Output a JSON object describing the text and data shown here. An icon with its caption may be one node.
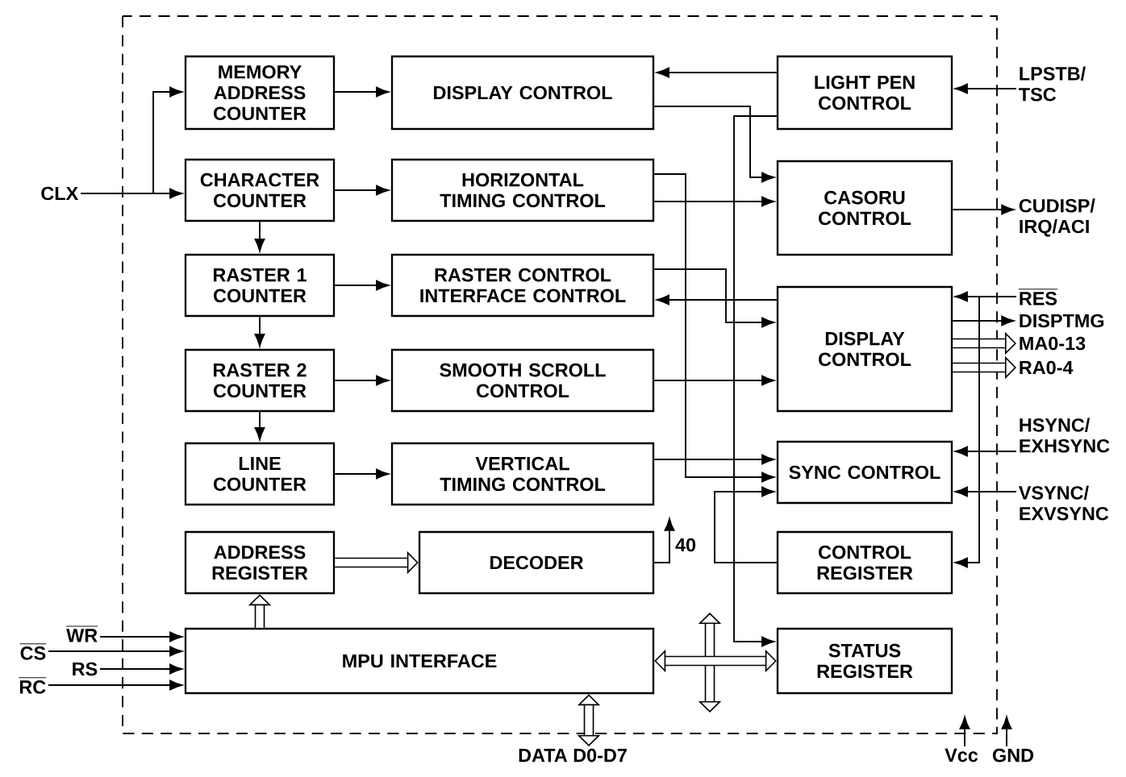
{
  "diagram": {
    "nodes": [
      {
        "text": [
          "MEMORY ADDRESS COUNTER"
        ]
      },
      {
        "text": [
          "DISPLAY CONTROL"
        ]
      },
      {
        "text": [
          "CHARACTER COUNTER"
        ]
      },
      {
        "text": [
          "HORIZONTAL TIMING CONTROL"
        ]
      },
      {
        "text": [
          "RASTER 1 COUNTER"
        ]
      },
      {
        "text": [
          "RASTER CONTROL INTERFACE CONTROL"
        ]
      },
      {
        "text": [
          "RASTER 2 COUNTER"
        ]
      },
      {
        "text": [
          "SMOOTH SCROLL CONTROL"
        ]
      },
      {
        "text": [
          "LINE COUNTER"
        ]
      },
      {
        "text": [
          "VERTICAL TIMING CONTROL"
        ]
      },
      {
        "text": [
          "ADDRESS REGISTER"
        ]
      },
      {
        "text": [
          "DECODER"
        ]
      },
      {
        "text": [
          "MPU INTERFACE"
        ]
      },
      {
        "text": [
          "LIGHT PEN CONTROL"
        ]
      },
      {
        "text": [
          "CASORU CONTROL"
        ]
      },
      {
        "text": [
          "DISPLAY CONTROL"
        ]
      },
      {
        "text": [
          "SYNC CONTROL"
        ]
      },
      {
        "text": [
          "CONTROL REGISTER"
        ]
      },
      {
        "text": [
          "STATUS REGISTER"
        ]
      },
      {
        "text": [
          "CLX"
        ]
      },
      {
        "text": [
          "LPSTB/ TSC"
        ]
      },
      {
        "text": [
          "CUDISP/ IRQ/ACI"
        ]
      },
      {
        "text": [
          "RES"
        ]
      },
      {
        "text": [
          "DISPTMG"
        ]
      },
      {
        "text": [
          "MA0-13"
        ]
      },
      {
        "text": [
          "RA0-4"
        ]
      },
      {
        "text": [
          "HSYNC/ EXHSYNC"
        ]
      },
      {
        "text": [
          "VSYNC/ EXVSYNC"
        ]
      },
      {
        "text": [
          "WR"
        ]
      },
      {
        "text": [
          "CS"
        ]
      },
      {
        "text": [
          "RS"
        ]
      },
      {
        "text": [
          "RC"
        ]
      },
      {
        "text": [
          "DATA D0-D7"
        ]
      },
      {
        "text": [
          "Vcc"
        ]
      },
      {
        "text": [
          "GND"
        ]
      }
    ],
    "edges": [
      {
        "from": 19,
        "to": 2,
        "arrow": "to"
      },
      {
        "from": 19,
        "to": 0,
        "arrow": "to"
      },
      {
        "from": 0,
        "to": 1,
        "arrow": "to"
      },
      {
        "from": 2,
        "to": 3,
        "arrow": "to"
      },
      {
        "from": 4,
        "to": 5,
        "arrow": "to"
      },
      {
        "from": 6,
        "to": 7,
        "arrow": "to"
      },
      {
        "from": 8,
        "to": 9,
        "arrow": "to"
      },
      {
        "from": 2,
        "to": 4,
        "arrow": "to"
      },
      {
        "from": 4,
        "to": 6,
        "arrow": "to"
      },
      {
        "from": 6,
        "to": 8,
        "arrow": "to"
      },
      {
        "from": 12,
        "to": 10,
        "arrow": "to",
        "style": "thick"
      },
      {
        "from": 10,
        "to": 11,
        "arrow": "to",
        "style": "thick"
      },
      {
        "from": 11,
        "to": null,
        "arrow": "to",
        "label": "40"
      },
      {
        "from": 32,
        "to": 12,
        "arrow": "both",
        "style": "thick"
      },
      {
        "from": 12,
        "to": 18,
        "arrow": "both",
        "style": "thick"
      },
      {
        "from": 20,
        "to": 13,
        "arrow": "to"
      },
      {
        "from": 14,
        "to": 21,
        "arrow": "to"
      },
      {
        "from": 22,
        "to": 15,
        "arrow": "to"
      },
      {
        "from": 15,
        "to": 23,
        "arrow": "to"
      },
      {
        "from": 15,
        "to": 24,
        "arrow": "to",
        "style": "thick"
      },
      {
        "from": 15,
        "to": 25,
        "arrow": "to",
        "style": "thick"
      },
      {
        "from": 26,
        "to": 16,
        "arrow": "to"
      },
      {
        "from": 27,
        "to": 16,
        "arrow": "to"
      },
      {
        "from": 22,
        "to": 17,
        "arrow": "to"
      },
      {
        "from": 33,
        "to": null,
        "arrow": "to"
      },
      {
        "from": 34,
        "to": null,
        "arrow": "to"
      },
      {
        "from": 13,
        "to": 1,
        "arrow": "to"
      },
      {
        "from": 1,
        "to": 14,
        "arrow": "to"
      },
      {
        "from": 3,
        "to": 14,
        "arrow": "to"
      },
      {
        "from": 15,
        "to": 5,
        "arrow": "to"
      },
      {
        "from": 5,
        "to": 15,
        "arrow": "to"
      },
      {
        "from": 7,
        "to": 15,
        "arrow": "to"
      },
      {
        "from": 9,
        "to": 16,
        "arrow": "to"
      },
      {
        "from": 3,
        "to": 16,
        "arrow": "to"
      },
      {
        "from": 17,
        "to": 16,
        "arrow": "to"
      },
      {
        "from": 13,
        "to": 18,
        "arrow": "to"
      },
      {
        "from": 28,
        "to": 12,
        "arrow": "to"
      },
      {
        "from": 29,
        "to": 12,
        "arrow": "to"
      },
      {
        "from": 30,
        "to": 12,
        "arrow": "to"
      },
      {
        "from": 31,
        "to": 12,
        "arrow": "to"
      }
    ]
  }
}
